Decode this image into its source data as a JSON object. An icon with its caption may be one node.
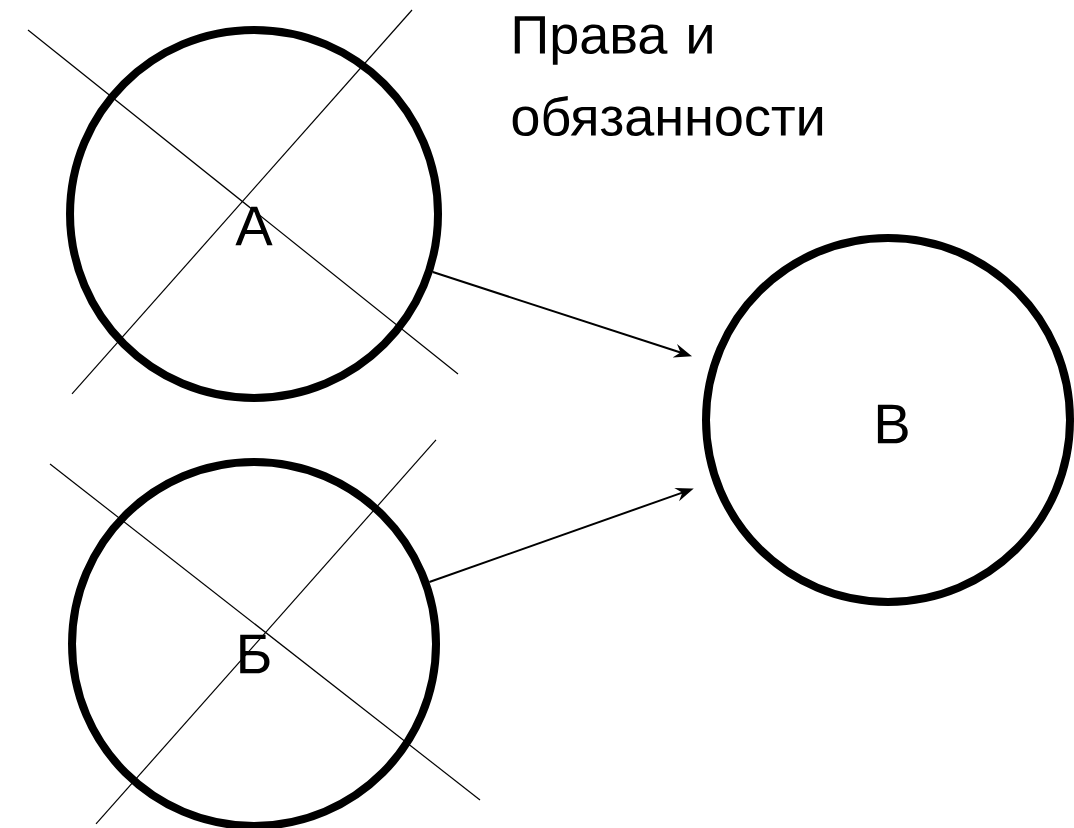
{
  "diagram": {
    "nodes": [
      {
        "text": [
          "А"
        ]
      },
      {
        "text": [
          "Б"
        ]
      },
      {
        "text": [
          "В"
        ]
      }
    ],
    "edges": [
      {
        "from": 0,
        "to": 2,
        "arrow": "to"
      },
      {
        "from": 1,
        "to": 2,
        "arrow": "to"
      }
    ],
    "labels": [
      "Права и обязанности"
    ]
  }
}
